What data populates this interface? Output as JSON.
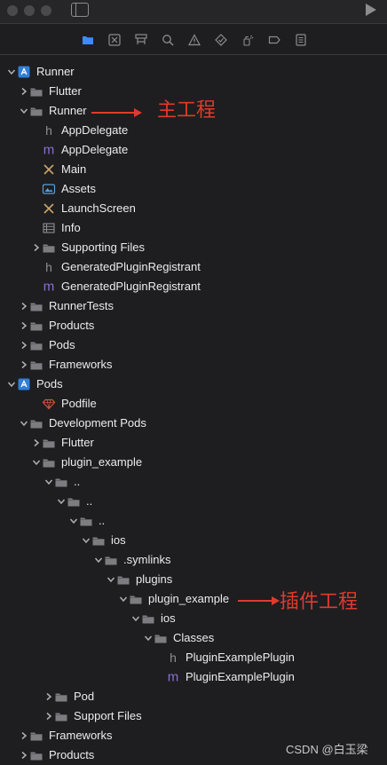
{
  "window": {
    "controls": [
      "close",
      "minimize",
      "zoom"
    ]
  },
  "toolbar": {
    "sidebar_icon": "sidebar-toggle-icon",
    "run_icon": "play-icon"
  },
  "navigator_tabs": [
    {
      "name": "project-navigator-icon",
      "icon": "folder-icon",
      "selected": true
    },
    {
      "name": "source-control-navigator-icon",
      "icon": "x-box-icon"
    },
    {
      "name": "symbol-navigator-icon",
      "icon": "hierarchy-icon"
    },
    {
      "name": "find-navigator-icon",
      "icon": "search-icon"
    },
    {
      "name": "issue-navigator-icon",
      "icon": "warning-icon"
    },
    {
      "name": "test-navigator-icon",
      "icon": "diamond-icon"
    },
    {
      "name": "debug-navigator-icon",
      "icon": "spray-icon"
    },
    {
      "name": "breakpoint-navigator-icon",
      "icon": "tag-icon"
    },
    {
      "name": "report-navigator-icon",
      "icon": "list-icon"
    }
  ],
  "tree": [
    {
      "label": "Runner",
      "icon": "project-icon",
      "depth": 0,
      "disclosure": "open"
    },
    {
      "label": "Flutter",
      "icon": "folder-icon",
      "depth": 1,
      "disclosure": "closed"
    },
    {
      "label": "Runner",
      "icon": "folder-icon",
      "depth": 1,
      "disclosure": "open"
    },
    {
      "label": "AppDelegate",
      "icon": "header-file-icon",
      "depth": 2,
      "disclosure": "none"
    },
    {
      "label": "AppDelegate",
      "icon": "objc-file-icon",
      "depth": 2,
      "disclosure": "none"
    },
    {
      "label": "Main",
      "icon": "storyboard-icon",
      "depth": 2,
      "disclosure": "none"
    },
    {
      "label": "Assets",
      "icon": "asset-catalog-icon",
      "depth": 2,
      "disclosure": "none"
    },
    {
      "label": "LaunchScreen",
      "icon": "storyboard-icon",
      "depth": 2,
      "disclosure": "none"
    },
    {
      "label": "Info",
      "icon": "plist-icon",
      "depth": 2,
      "disclosure": "none"
    },
    {
      "label": "Supporting Files",
      "icon": "folder-icon",
      "depth": 2,
      "disclosure": "closed"
    },
    {
      "label": "GeneratedPluginRegistrant",
      "icon": "header-file-icon",
      "depth": 2,
      "disclosure": "none"
    },
    {
      "label": "GeneratedPluginRegistrant",
      "icon": "objc-file-icon",
      "depth": 2,
      "disclosure": "none"
    },
    {
      "label": "RunnerTests",
      "icon": "folder-icon",
      "depth": 1,
      "disclosure": "closed"
    },
    {
      "label": "Products",
      "icon": "folder-icon",
      "depth": 1,
      "disclosure": "closed"
    },
    {
      "label": "Pods",
      "icon": "folder-icon",
      "depth": 1,
      "disclosure": "closed"
    },
    {
      "label": "Frameworks",
      "icon": "folder-icon",
      "depth": 1,
      "disclosure": "closed"
    },
    {
      "label": "Pods",
      "icon": "project-icon",
      "depth": 0,
      "disclosure": "open"
    },
    {
      "label": "Podfile",
      "icon": "ruby-file-icon",
      "depth": 2,
      "disclosure": "none"
    },
    {
      "label": "Development Pods",
      "icon": "folder-icon",
      "depth": 1,
      "disclosure": "open"
    },
    {
      "label": "Flutter",
      "icon": "folder-icon",
      "depth": 2,
      "disclosure": "closed"
    },
    {
      "label": "plugin_example",
      "icon": "folder-icon",
      "depth": 2,
      "disclosure": "open"
    },
    {
      "label": "..",
      "icon": "folder-icon",
      "depth": 3,
      "disclosure": "open"
    },
    {
      "label": "..",
      "icon": "folder-icon",
      "depth": 4,
      "disclosure": "open"
    },
    {
      "label": "..",
      "icon": "folder-icon",
      "depth": 5,
      "disclosure": "open"
    },
    {
      "label": "ios",
      "icon": "folder-icon",
      "depth": 6,
      "disclosure": "open"
    },
    {
      "label": ".symlinks",
      "icon": "folder-icon",
      "depth": 7,
      "disclosure": "open"
    },
    {
      "label": "plugins",
      "icon": "folder-icon",
      "depth": 8,
      "disclosure": "open"
    },
    {
      "label": "plugin_example",
      "icon": "folder-icon",
      "depth": 9,
      "disclosure": "open"
    },
    {
      "label": "ios",
      "icon": "folder-icon",
      "depth": 10,
      "disclosure": "open"
    },
    {
      "label": "Classes",
      "icon": "folder-icon",
      "depth": 11,
      "disclosure": "open"
    },
    {
      "label": "PluginExamplePlugin",
      "icon": "header-file-icon",
      "depth": 12,
      "disclosure": "none"
    },
    {
      "label": "PluginExamplePlugin",
      "icon": "objc-file-icon",
      "depth": 12,
      "disclosure": "none"
    },
    {
      "label": "Pod",
      "icon": "folder-icon",
      "depth": 3,
      "disclosure": "closed"
    },
    {
      "label": "Support Files",
      "icon": "folder-icon",
      "depth": 3,
      "disclosure": "closed"
    },
    {
      "label": "Frameworks",
      "icon": "folder-icon",
      "depth": 1,
      "disclosure": "closed"
    },
    {
      "label": "Products",
      "icon": "folder-icon",
      "depth": 1,
      "disclosure": "closed"
    }
  ],
  "annotations": {
    "main_project": "主工程",
    "plugin_project": "插件工程"
  },
  "watermark": "CSDN @白玉梁",
  "colors": {
    "background": "#1e1e20",
    "folder": "#8e8e93",
    "project": "#2f7fd8",
    "header_file": "#8e8e93",
    "objc_file": "#8a6fd6",
    "storyboard": "#c9a46a",
    "annotation": "#e03a2e",
    "selected_tab": "#3d8bfd"
  }
}
